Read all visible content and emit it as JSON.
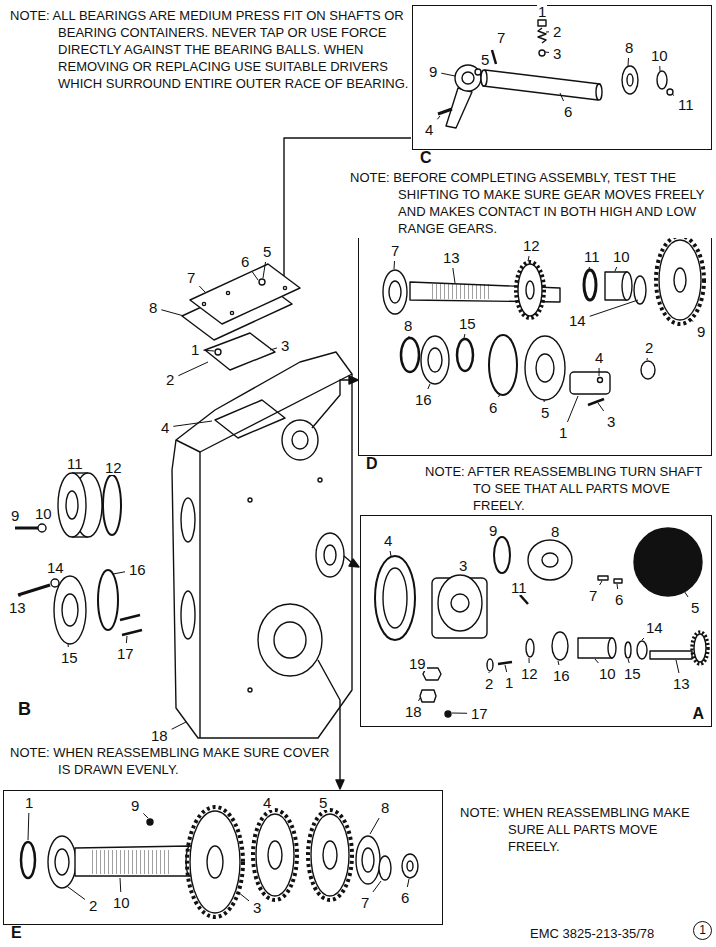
{
  "diagram": {
    "nodes": [
      {
        "text": [
          "C"
        ]
      },
      {
        "text": [
          "D"
        ]
      },
      {
        "text": [
          "A"
        ]
      },
      {
        "text": [
          "E"
        ]
      }
    ],
    "labels": [
      "NOTE: ALL BEARINGS ARE MEDIUM PRESS FIT ON SHAFTS OR BEARING CONTAINERS. NEVER TAP OR USE FORCE DIRECTLY AGAINST THE BEARING BALLS. WHEN REMOVING OR REPLACING USE SUITABLE DRIVERS WHICH SURROUND ENTIRE OUTER RACE OF BEARING.",
      "1",
      "2",
      "3",
      "7",
      "5",
      "9",
      "8",
      "10",
      "4",
      "6",
      "11",
      "NOTE: BEFORE COMPLETING ASSEMBLY, TEST THE SHIFTING TO MAKE SURE GEAR MOVES FREELY AND MAKES CONTACT IN BOTH HIGH AND LOW RANGE GEARS.",
      "7",
      "13",
      "12",
      "11",
      "10",
      "9",
      "14",
      "8",
      "15",
      "16",
      "6",
      "5",
      "4",
      "2",
      "3",
      "1",
      "NOTE: AFTER REASSEMBLING TURN SHAFT TO SEE THAT ALL PARTS MOVE FREELY.",
      "6",
      "5",
      "7",
      "8",
      "1",
      "3",
      "2",
      "4",
      "11",
      "12",
      "9",
      "10",
      "14",
      "13",
      "16",
      "15",
      "17",
      "18",
      "B",
      "NOTE: WHEN REASSEMBLING MAKE SURE COVER IS DRAWN EVENLY.",
      "9",
      "8",
      "4",
      "3",
      "11",
      "7",
      "6",
      "5",
      "14",
      "15",
      "13",
      "10",
      "16",
      "12",
      "1",
      "2",
      "19",
      "18",
      "17",
      "1",
      "9",
      "4",
      "5",
      "8",
      "10",
      "2",
      "3",
      "7",
      "6",
      "NOTE: WHEN REASSEMBLING MAKE SURE ALL PARTS MOVE FREELY.",
      "EMC 3825-213-35/78",
      "1"
    ]
  }
}
